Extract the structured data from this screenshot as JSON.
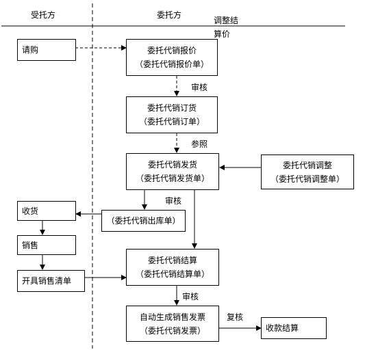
{
  "header": {
    "col_consignee": "受托方",
    "col_consignor": "委托方",
    "note_line1": "调整结",
    "note_line2": "算价"
  },
  "boxes": {
    "purchase_request": "请购",
    "quote_line1": "委托代销报价",
    "quote_line2": "（委托代销报价单）",
    "order_line1": "委托代销订货",
    "order_line2": "（委托代销订单）",
    "ship_line1": "委托代销发货",
    "ship_line2": "（委托代销发货单）",
    "adjust_line1": "委托代销调整",
    "adjust_line2": "（委托代销调整单）",
    "receive": "收货",
    "outbound": "（委托代销出库单）",
    "sale": "销售",
    "sales_list": "开具销售清单",
    "settle_line1": "委托代销结算",
    "settle_line2": "（委托代销结算单）",
    "invoice_line1": "自动生成销售发票",
    "invoice_line2": "（委托代销发票）",
    "collect": "收款结算"
  },
  "edge_labels": {
    "audit1": "审核",
    "reference": "参照",
    "audit2": "审核",
    "audit3": "审核",
    "review": "复核"
  }
}
